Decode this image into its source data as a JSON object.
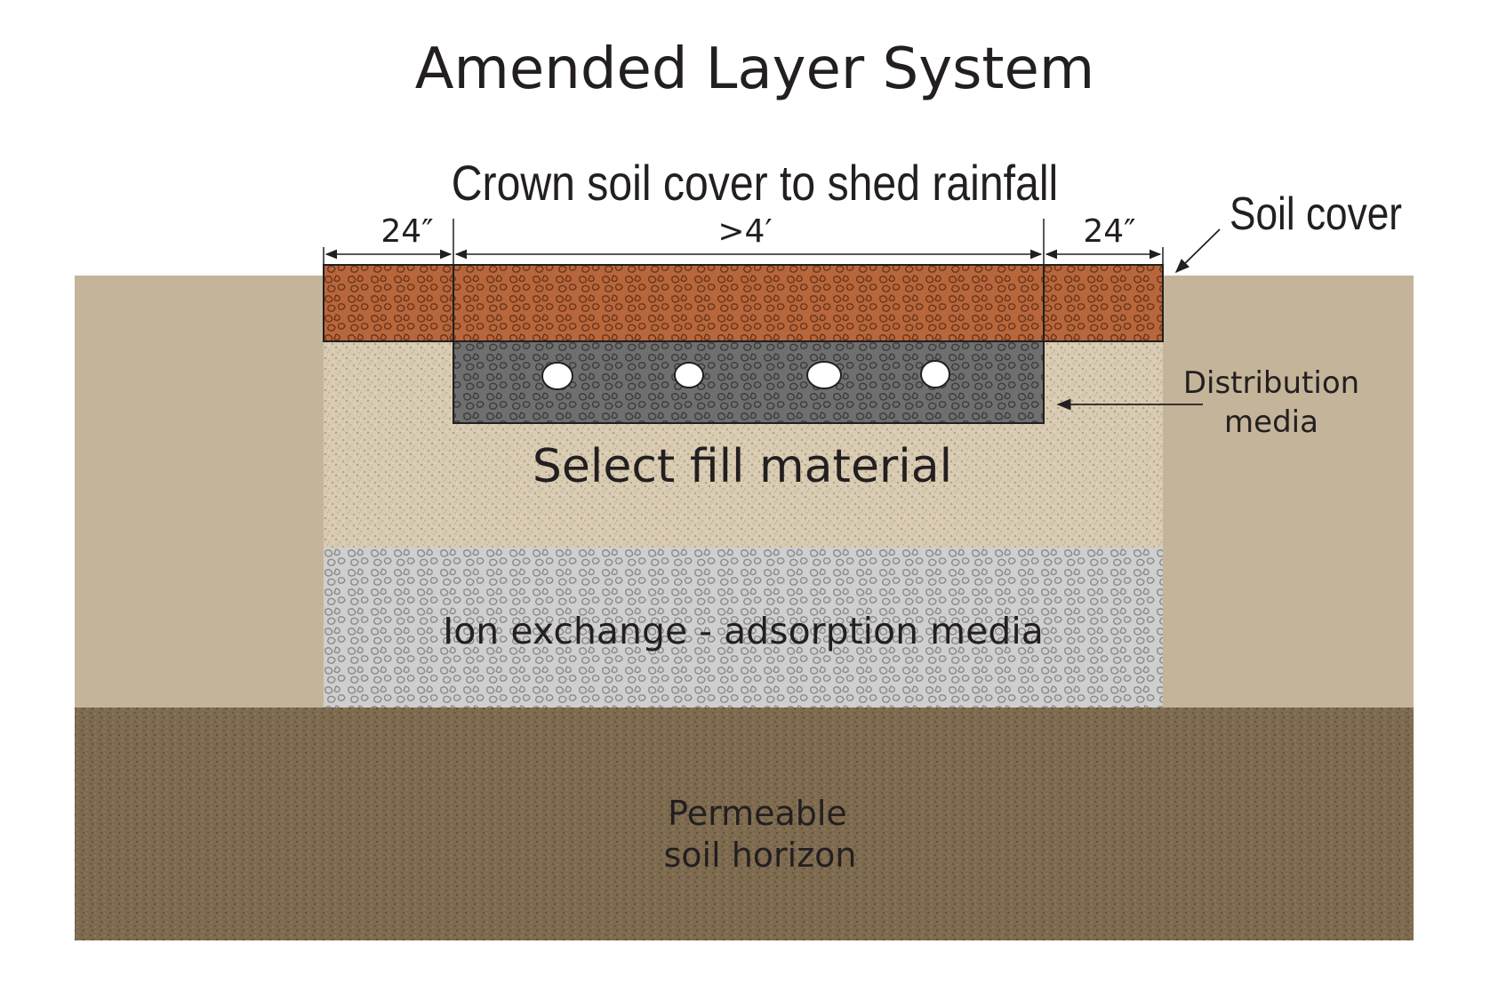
{
  "diagram": {
    "title": "Amended Layer System",
    "crown_note": "Crown soil cover to shed rainfall",
    "dimensions": {
      "left": "24″",
      "center": ">4′",
      "right": "24″"
    },
    "labels": {
      "soil_cover": "Soil cover",
      "distribution_line1": "Distribution",
      "distribution_line2": "media",
      "select_fill": "Select fill material",
      "ion_exchange": "Ion exchange - adsorption media",
      "permeable_line1": "Permeable",
      "permeable_line2": "soil horizon"
    },
    "pipe_count": 4,
    "colors": {
      "native_soil": "#c4b49a",
      "soil_cover": "#b8673d",
      "distribution_media": "#6f6f6f",
      "select_fill": "#d8cbb2",
      "ion_media": "#cfcfcf",
      "permeable_soil": "#7e6a4f",
      "ink": "#231f20"
    }
  }
}
